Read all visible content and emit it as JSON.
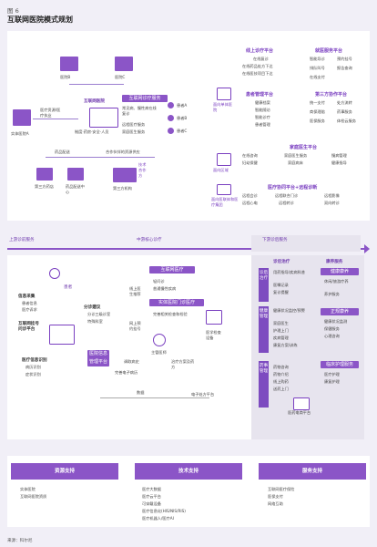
{
  "header": {
    "figure": "图 6",
    "title": "互联网医院模式规划"
  },
  "top": {
    "hospitals": [
      "医院B",
      "医院C"
    ],
    "entity_hospital": "实体医院A",
    "internet_hospital": "互联网医院",
    "doctor_note": "医疗资源/医疗执业",
    "doctor_flow": "医疗资源 医生执业",
    "core_labels": [
      "制度·药房·安全·人员"
    ],
    "diagnosis_service": "互联网诊疗服务",
    "diagnosis_items": [
      "常见病、慢性病在线复诊",
      "远程医疗服务",
      "家庭医生服务"
    ],
    "patients": [
      "患者A",
      "患者B",
      "患者C"
    ],
    "drug_delivery": "药品配送",
    "partner_resources": "合作伙伴的资源供应",
    "third_pharmacy": "第三方药店",
    "drug_center": "药品配送中心",
    "third_org": "第三方机构",
    "partner_tag": "技术合作方",
    "online_platform": {
      "title": "线上诊疗平台",
      "items": [
        "在线复诊",
        "在线药品处方下达",
        "在线医技项目下达"
      ]
    },
    "patient_platform": {
      "title": "患者管理平台",
      "items": [
        "健康档案",
        "智能随访",
        "智能诊疗",
        "患者管理"
      ]
    },
    "outpatient_platform": {
      "title": "就医服务平台",
      "items": [
        "智能导诊",
        "预约挂号",
        "排队叫号",
        "报告查询",
        "在线支付"
      ]
    },
    "third_collab": {
      "title": "第三方协作平台",
      "items": [
        "统一支付",
        "处方流转",
        "商保理赔",
        "药事服务",
        "医保服务",
        "体检云服务"
      ]
    },
    "family_doctor": {
      "title": "家庭医生平台",
      "items": [
        "在线咨询",
        "家庭医生服务",
        "慢病管理",
        "妇幼保健",
        "家庭病床",
        "健康指导"
      ]
    },
    "remote_platform": {
      "title": "医疗协同平台+远程诊断",
      "items": [
        "远程会诊",
        "远程联合门诊",
        "远程影像",
        "远程心电",
        "远程转诊",
        "双向转诊"
      ]
    },
    "group_labels": [
      "面向单体医院",
      "面向区域",
      "面向医联体和医疗集团"
    ]
  },
  "middle": {
    "phases": [
      "上游诊前服务",
      "中游核心诊疗",
      "下游诊后服务"
    ],
    "patient": "患者",
    "info_collect": {
      "title": "信息采集",
      "items": [
        "患者信息",
        "医疗诉求"
      ]
    },
    "registration": "互联网挂号问诊平台",
    "triage": {
      "title": "分诊建议",
      "items": [
        "分诊三级诊室",
        "特殊科室"
      ]
    },
    "recommend": "线上医生推荐",
    "online_care": "互联网医疗",
    "online_care_items": [
      "轻问诊",
      "普通慢性疾病"
    ],
    "online_booking": "网上预约挂号",
    "physical_care": "实体医院门诊医疗",
    "physical_items": [
      "完善相关检查和检验"
    ],
    "equipment": "医学检查设备",
    "doctor": "主管医师",
    "info_id": {
      "title": "医疗信息识别",
      "items": [
        "病历识别",
        "症状识别"
      ]
    },
    "info_platform": "医院信息管理平台",
    "call_history": "调取病史",
    "e_records": "完善电子病历",
    "treatment_plan": "治疗方案及药方",
    "data": "数据",
    "e_prescription": "电子处方平台",
    "after": {
      "treat_title": "诊后治疗",
      "rehab_title": "康养服务",
      "treat_tab": "诊后治疗",
      "treat_items": [
        "用药指导/疾病科普",
        "医嘱记录",
        "复诊提醒"
      ],
      "health_title": "健康康养",
      "health_items": [
        "休闲/旅游疗养",
        "养护服务"
      ],
      "mgmt_tab": "健康管理",
      "mgmt_items": [
        "健康状况监控/预警",
        "家庭医生",
        "护理上门",
        "疾病管理",
        "康复方案/训练"
      ],
      "manage_title": "正规康养",
      "manage_items": [
        "健康状况监测",
        "保健服务",
        "心理咨询"
      ],
      "pharm_tab": "药事管理",
      "pharm_items": [
        "药物咨询",
        "药物介绍",
        "线上购药",
        "送药上门"
      ],
      "clinic_title": "临床护理服务",
      "clinic_items": [
        "医疗护理",
        "康复护理"
      ],
      "ecommerce": "医药电商平台"
    }
  },
  "bottom": {
    "cols": [
      {
        "title": "资源支持",
        "items": [
          "实体医院",
          "互联网医院资质"
        ]
      },
      {
        "title": "技术支持",
        "items": [
          "医疗大数据",
          "医疗云平台",
          "可穿戴设备",
          "医疗信息化(HIS/NIS/RIS)",
          "医疗机器人/医疗AI"
        ]
      },
      {
        "title": "服务支持",
        "items": [
          "互联网医疗保险",
          "医保支付",
          "网络互助"
        ]
      }
    ]
  },
  "footer": "来源：科尔尼",
  "colors": {
    "purple": "#8b55c7",
    "dark_purple": "#6f3aae",
    "bg": "#f1eff7"
  }
}
